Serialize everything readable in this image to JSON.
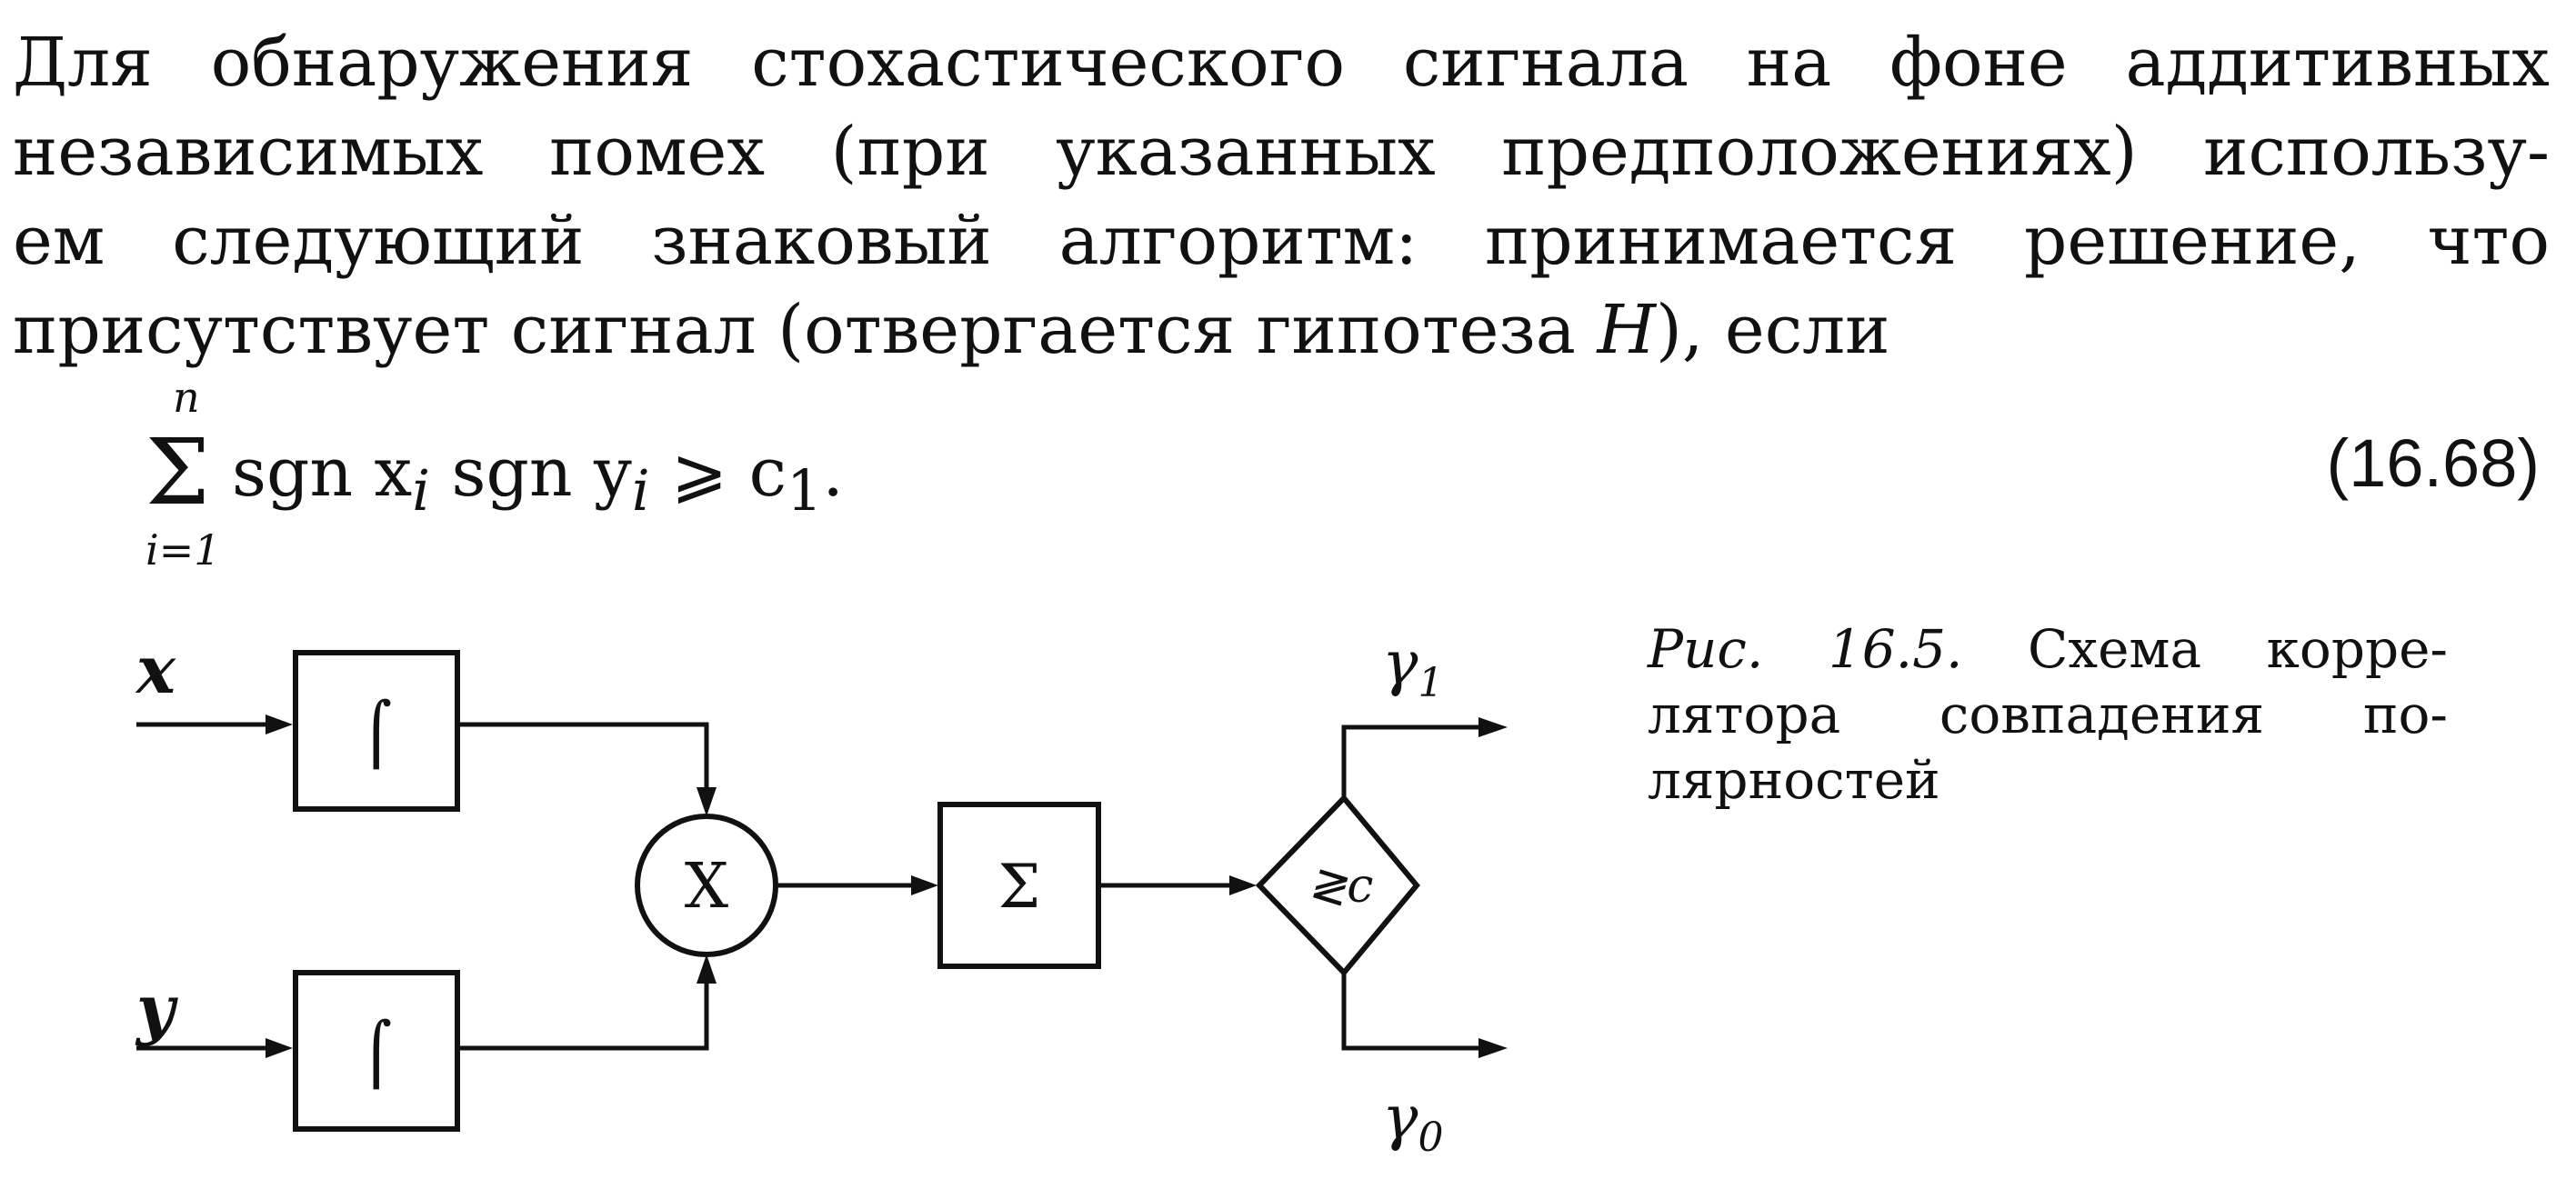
{
  "paragraph": {
    "line1": "Для обнаружения стохастического сигнала на фоне аддитивных",
    "line2": "независимых помех (при указанных предположениях) использу-",
    "line3": "ем следующий знаковый алгоритм: принимается решение, что",
    "line4_pre": "присутствует сигнал (отвергается гипотеза ",
    "line4_var": "H",
    "line4_post": "), если"
  },
  "formula": {
    "upper_limit": "n",
    "lower_limit": "i=1",
    "sum_symbol": "Σ",
    "body": "sgn x",
    "body_sub1": "i",
    "body_mid": " sgn y",
    "body_sub2": "i",
    "rel": " ⩾ c",
    "rhs_sub": "1",
    "end": ".",
    "equation_number": "(16.68)"
  },
  "figure": {
    "input_x": "x",
    "input_y": "y",
    "sign_block_glyph": "⌠",
    "multiplier_glyph": "X",
    "sum_glyph": "Σ",
    "comparator_glyph": "≷c",
    "output_1": "γ",
    "output_1_sub": "1",
    "output_0": "γ",
    "output_0_sub": "0"
  },
  "caption": {
    "label": "Рис. 16.5.",
    "line1": "Схема корре-",
    "line2": "лятора совпадения по-",
    "line3": "лярностей"
  }
}
